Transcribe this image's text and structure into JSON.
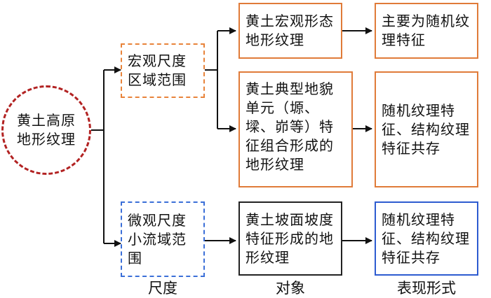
{
  "root": "黄土高原地形纹理",
  "scale_macro": "宏观尺度区域范围",
  "scale_micro": "微观尺度小流域范围",
  "object_1": "黄土宏观形态地形纹理",
  "object_2": "黄土典型地貌单元（塬、墚、峁等）特征组合形成的地形纹理",
  "object_3": "黄土坡面坡度特征形成的地形纹理",
  "form_1": "主要为随机纹理特征",
  "form_2": "随机纹理特征、结构纹理特征共存",
  "form_3": "随机纹理特征、结构纹理特征共存",
  "col_labels": {
    "scale": "尺度",
    "object": "对象",
    "form": "表现形式"
  },
  "colors": {
    "root_border": "#b22222",
    "macro": "#e07b39",
    "micro": "#3b6fd8",
    "object_3": "#222222"
  }
}
